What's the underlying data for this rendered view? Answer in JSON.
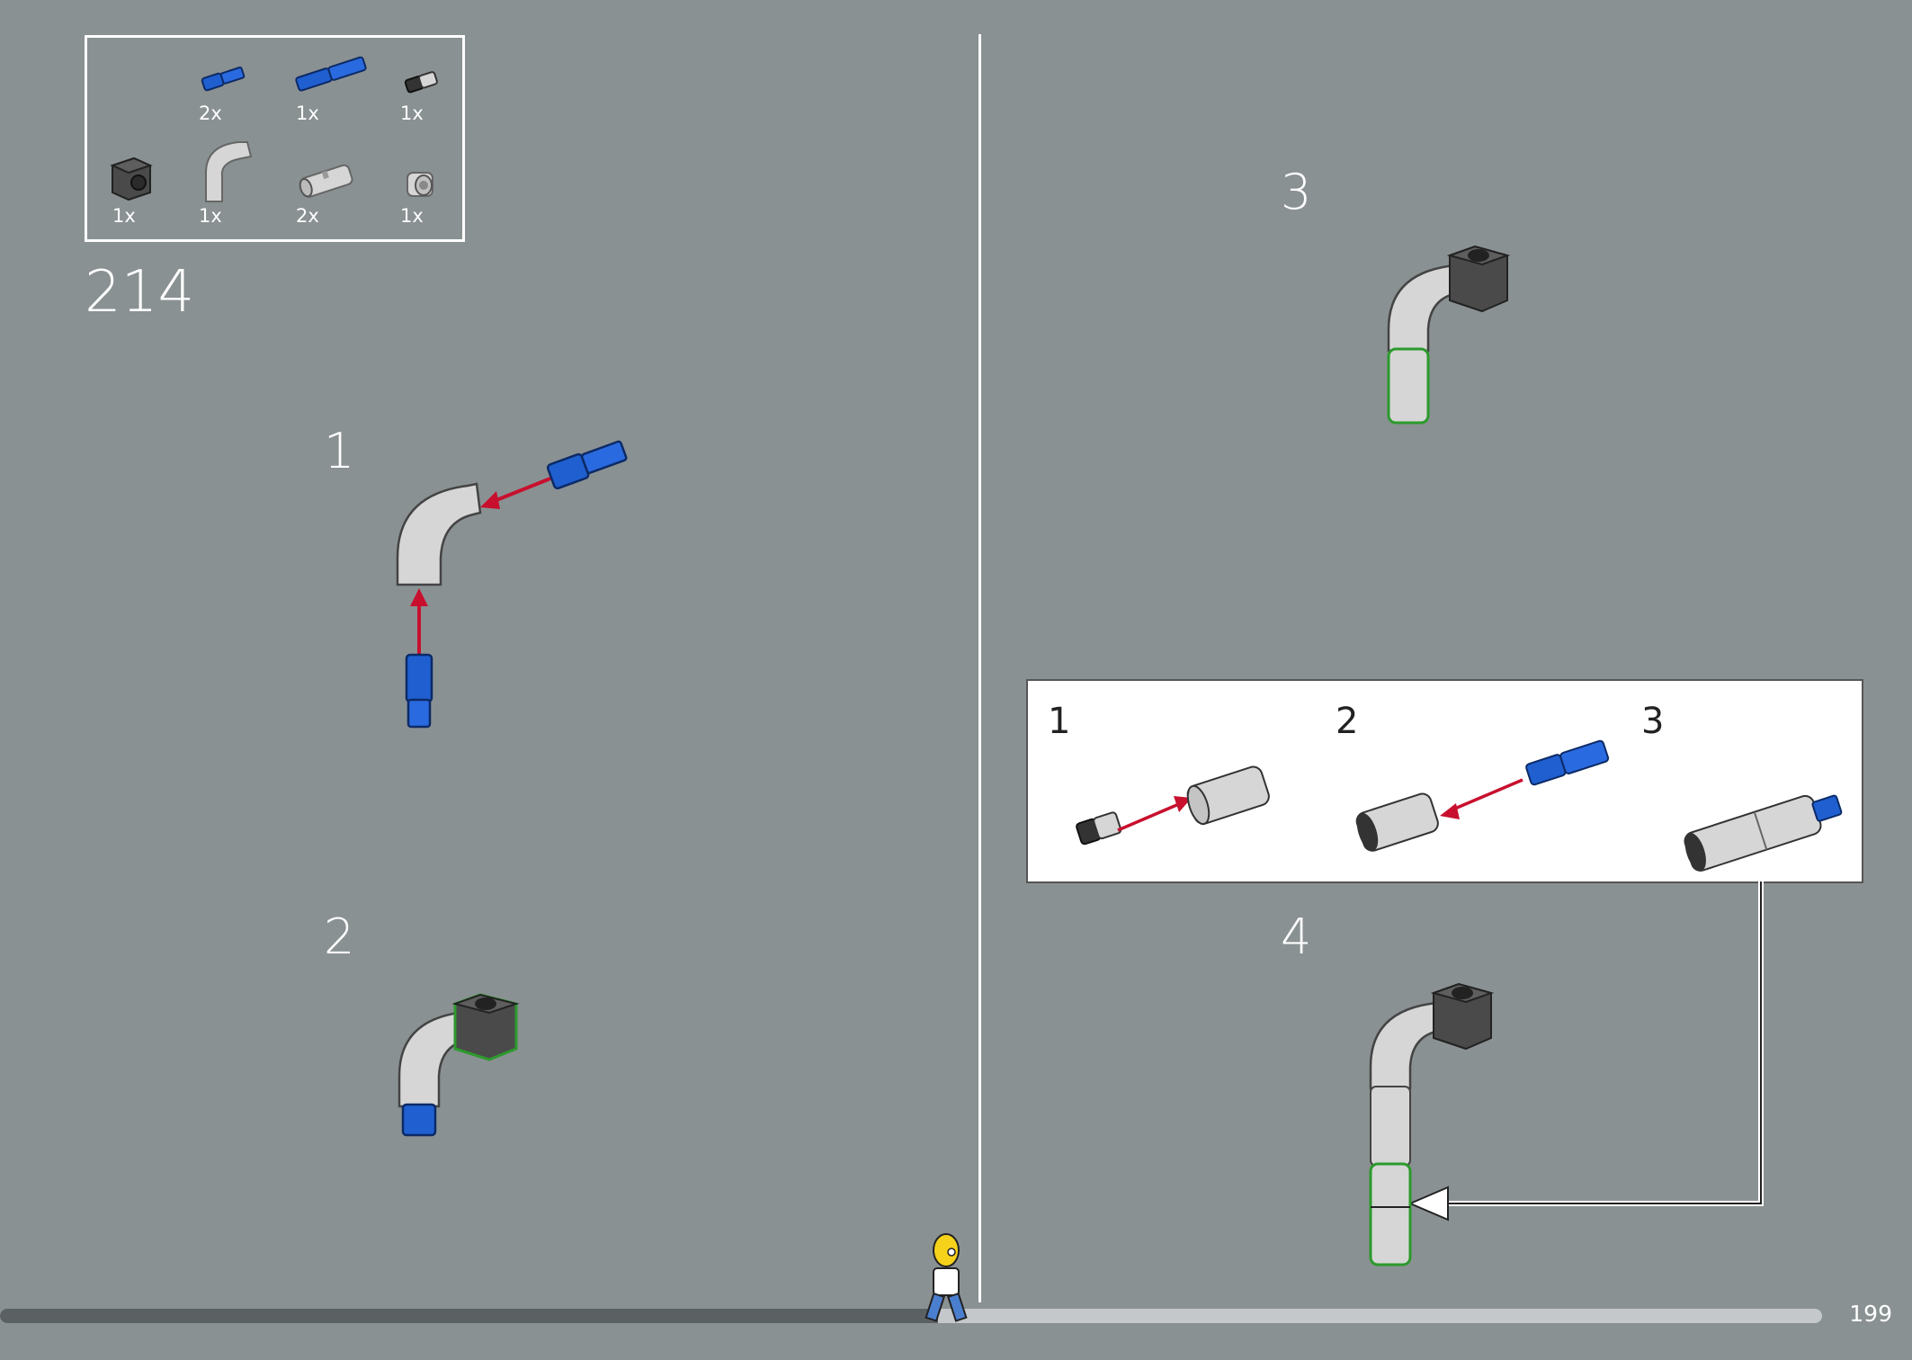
{
  "step": {
    "number": "214"
  },
  "parts_list": [
    {
      "icon": "blue-axle-pin-icon",
      "qty": "2x"
    },
    {
      "icon": "blue-long-pin-icon",
      "qty": "1x"
    },
    {
      "icon": "grey-pin-icon",
      "qty": "1x"
    },
    {
      "icon": "dark-grey-technic-brick-icon",
      "qty": "1x"
    },
    {
      "icon": "grey-curved-tube-icon",
      "qty": "1x"
    },
    {
      "icon": "grey-connector-icon",
      "qty": "2x"
    },
    {
      "icon": "grey-bush-icon",
      "qty": "1x"
    }
  ],
  "sub_steps": [
    "1",
    "2",
    "3",
    "4"
  ],
  "callout": {
    "steps": [
      "1",
      "2",
      "3"
    ]
  },
  "progress": {
    "fraction": 0.515
  },
  "page": {
    "number": "199"
  },
  "colors": {
    "background": "#8a9193",
    "technic_blue": "#1f5fd0",
    "light_grey": "#d6d6d6",
    "dark_grey": "#4a4a4a",
    "arrow_red": "#c8102e",
    "highlight_green": "#2c9a2c"
  }
}
